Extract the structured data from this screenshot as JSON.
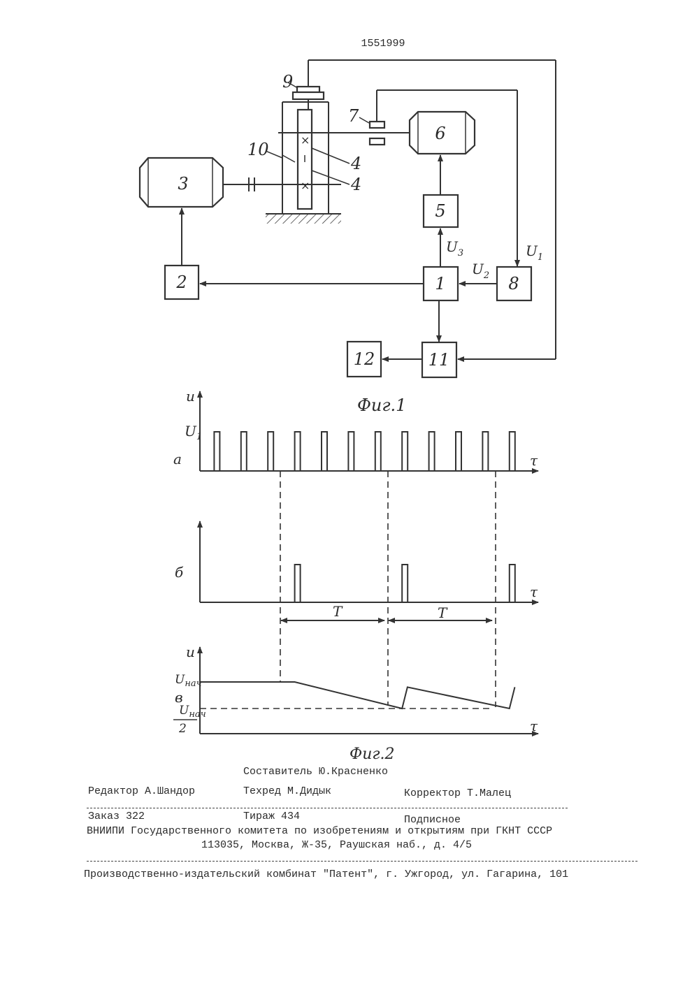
{
  "patent_number": "1551999",
  "figure1": {
    "caption": "Фиг.1",
    "blocks": [
      "1",
      "2",
      "3",
      "5",
      "6",
      "8",
      "11",
      "12"
    ],
    "part_labels": [
      "9",
      "7",
      "10",
      "4",
      "4"
    ],
    "signals": {
      "u1": "U",
      "u1_sub": "1",
      "u2": "U",
      "u2_sub": "2",
      "u3": "U",
      "u3_sub": "3"
    }
  },
  "figure2": {
    "caption": "Фиг.2",
    "axis_u": "u",
    "axis_t": "τ",
    "panel_a": {
      "label": "а",
      "level": "U",
      "level_sub": "1"
    },
    "panel_b": {
      "label": "б"
    },
    "panel_c": {
      "label": "в",
      "level_top": "U",
      "level_top_sub": "нач",
      "level_low": "U",
      "level_low_sub": "нач",
      "frac": "2"
    },
    "period": "T"
  },
  "chart_data": {
    "type": "line",
    "title": "",
    "series": [
      {
        "name": "",
        "pulse_positions": [
          1,
          2,
          3,
          4,
          5,
          6,
          7,
          8,
          9,
          10,
          11,
          12
        ],
        "level": 1
      },
      {
        "name": "",
        "pulse_positions": [
          4,
          8,
          12
        ],
        "level": 1
      },
      {
        "name": "",
        "points": [
          [
            0,
            1
          ],
          [
            4,
            1
          ],
          [
            8,
            0.5
          ],
          [
            8.2,
            0.9
          ],
          [
            12,
            0.5
          ],
          [
            12.2,
            0.9
          ]
        ],
        "reference_level": 0.5
      }
    ]
  },
  "imprint": {
    "composer": "Составитель Ю.Красненко",
    "editor": "Редактор А.Шандор",
    "techred": "Техред М.Дидык",
    "corrector": "Корректор Т.Малец",
    "order": "Заказ 322",
    "circulation": "Тираж 434",
    "subscription": "Подписное",
    "institute": "ВНИИПИ Государственного комитета по изобретениям и открытиям при ГКНТ СССР",
    "address": "113035, Москва, Ж-35, Раушская наб., д. 4/5",
    "printer": "Производственно-издательский комбинат \"Патент\", г. Ужгород, ул. Гагарина, 101"
  }
}
